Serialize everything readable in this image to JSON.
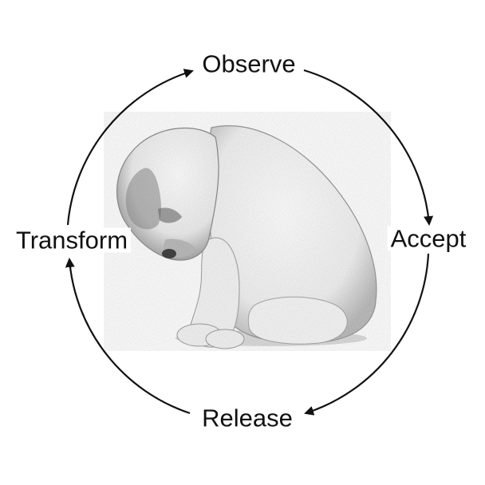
{
  "diagram": {
    "type": "cycle",
    "direction": "clockwise",
    "stages": [
      {
        "label": "Observe",
        "position": "top"
      },
      {
        "label": "Accept",
        "position": "right"
      },
      {
        "label": "Release",
        "position": "bottom"
      },
      {
        "label": "Transform",
        "position": "left"
      }
    ],
    "center_image": "sad-puppy-sketch",
    "colors": {
      "text": "#111111",
      "arrow": "#111111",
      "background": "#ffffff"
    }
  }
}
